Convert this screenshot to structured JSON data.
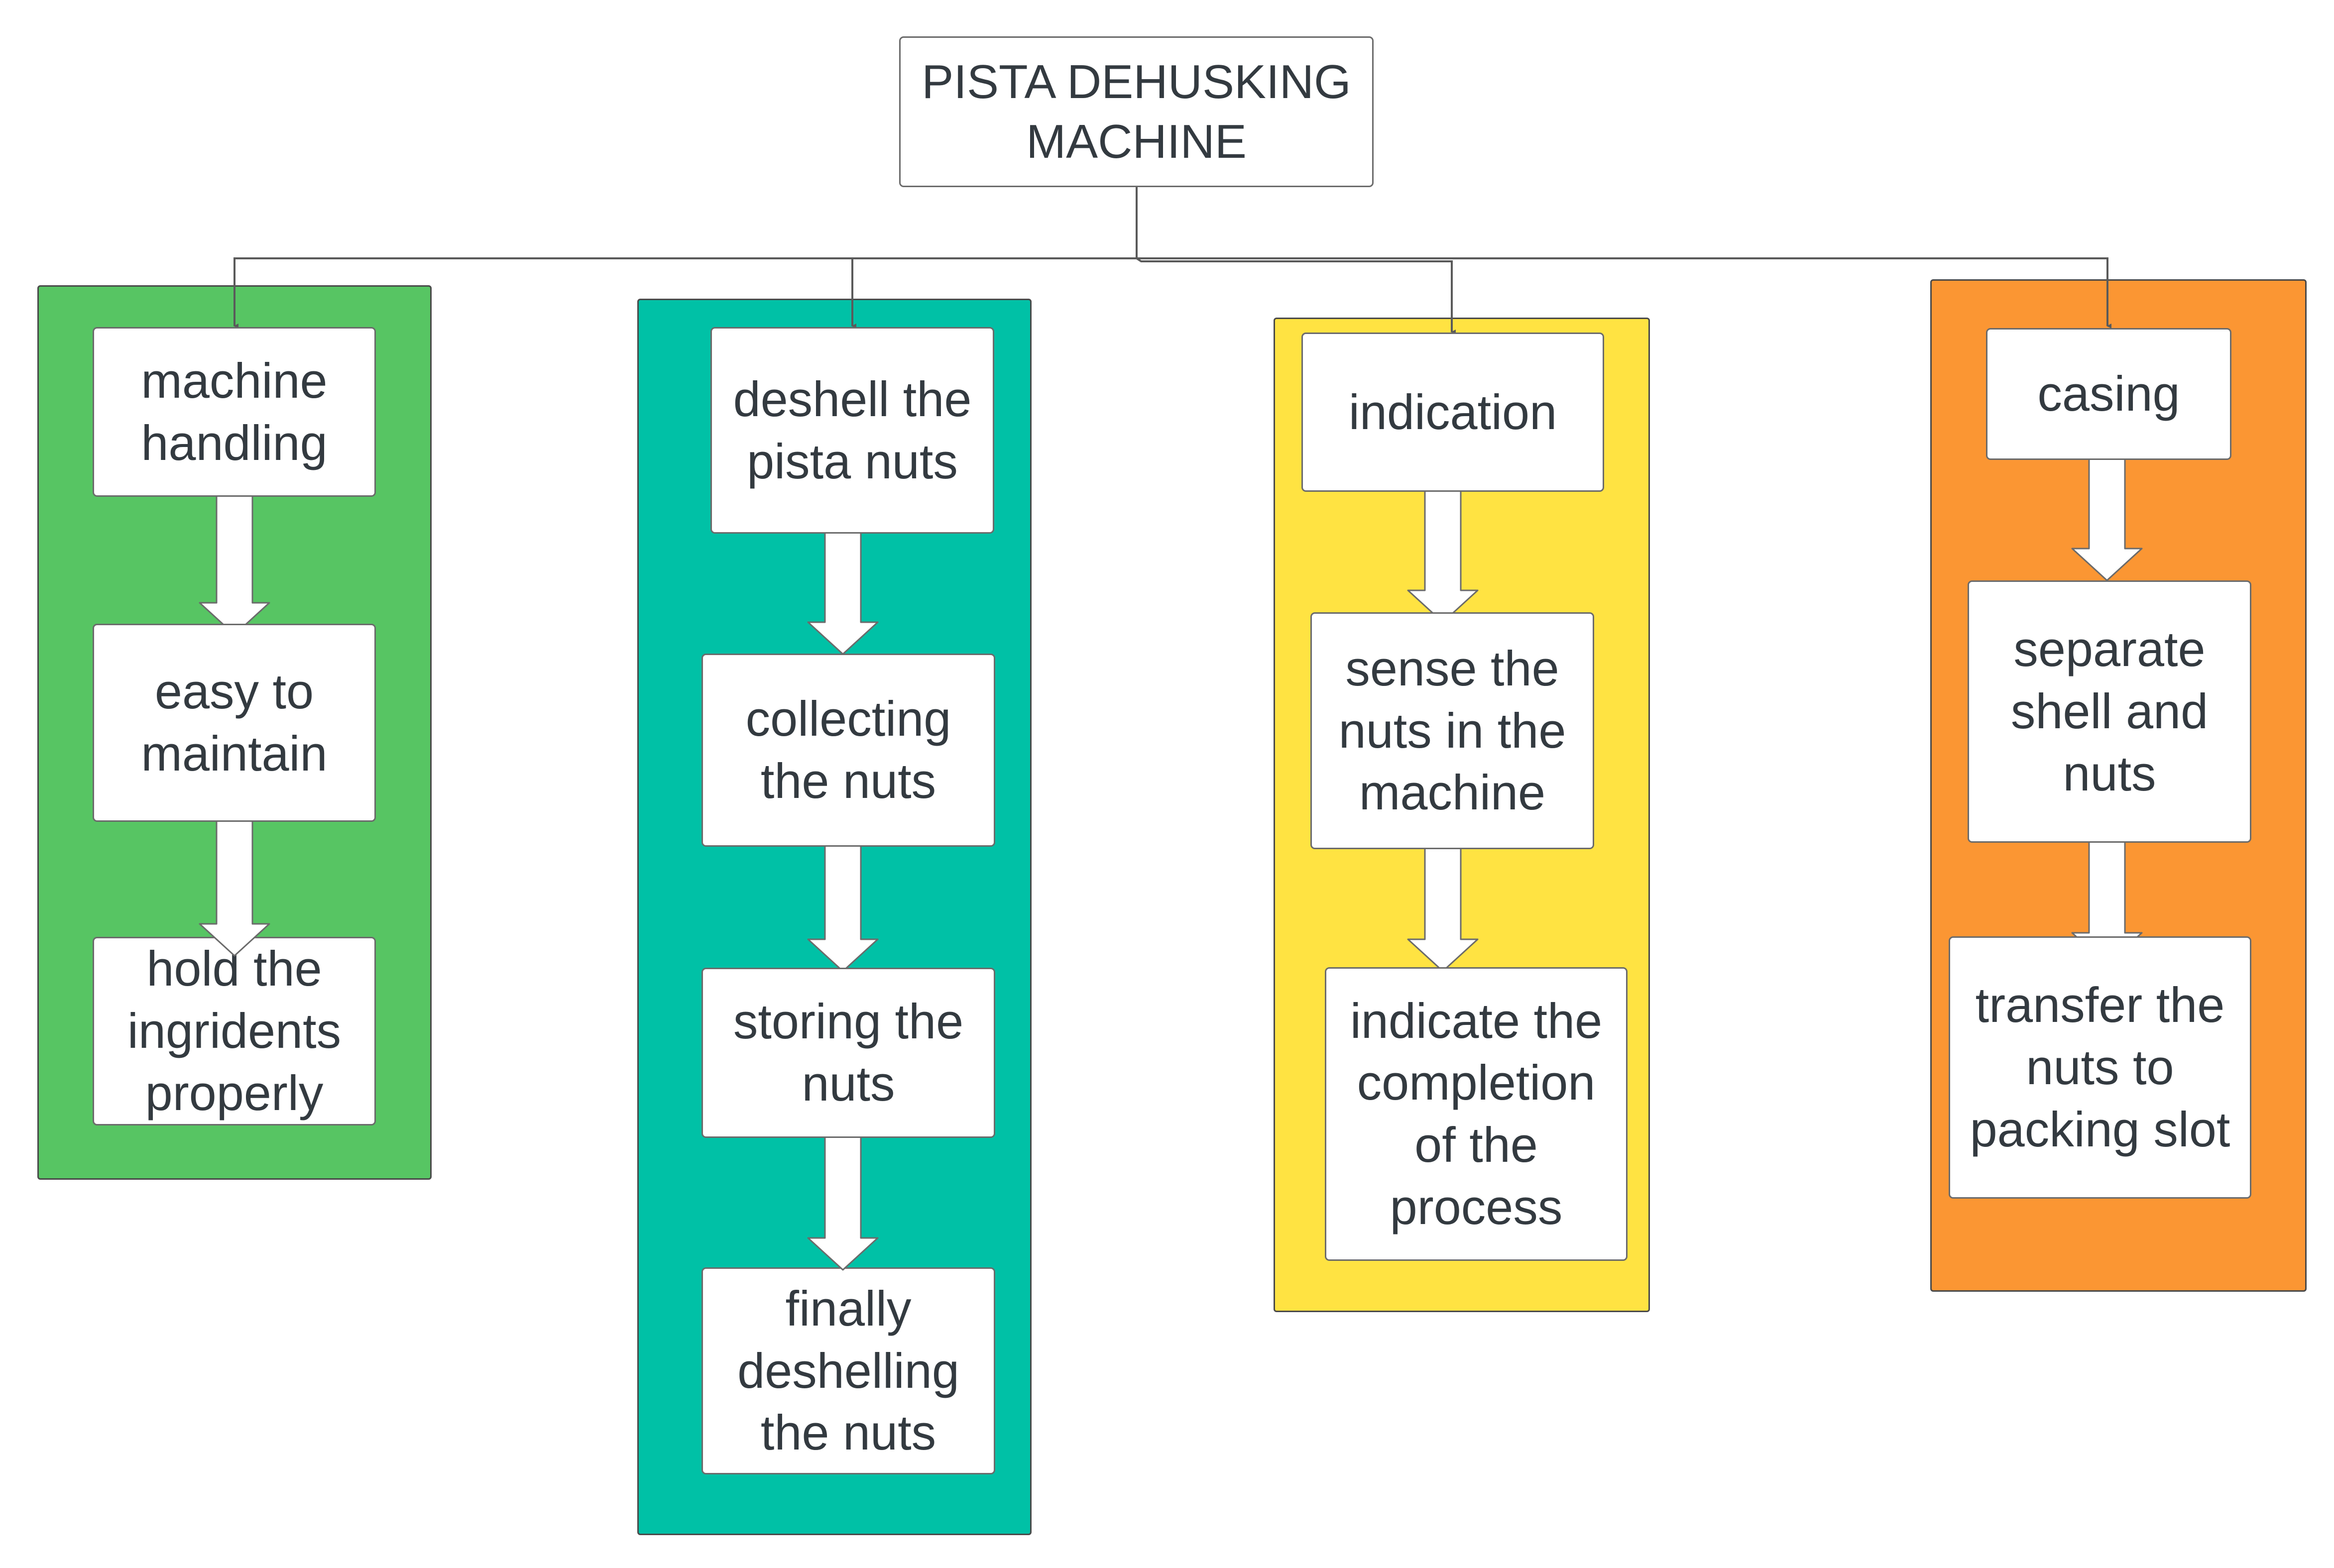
{
  "title": "PISTA DEHUSKING\nMACHINE",
  "colors": {
    "green": "#57c563",
    "teal": "#00c1a6",
    "yellow": "#ffe342",
    "orange": "#fb9633",
    "line": "#5a5a5a",
    "text": "#333a40"
  },
  "columns": [
    {
      "name": "green",
      "steps": [
        "machine\nhandling",
        "easy to\nmaintain",
        "hold the\ningridents\nproperly"
      ]
    },
    {
      "name": "teal",
      "steps": [
        "deshell the\npista nuts",
        "collecting\nthe nuts",
        "storing the\nnuts",
        "finally\ndeshelling\nthe nuts"
      ]
    },
    {
      "name": "yellow",
      "steps": [
        "indication",
        "sense the\nnuts in the\nmachine",
        "indicate the\ncompletion\nof the\nprocess"
      ]
    },
    {
      "name": "orange",
      "steps": [
        "casing",
        "separate\nshell and\nnuts",
        "transfer the\nnuts to\npacking slot"
      ]
    }
  ]
}
